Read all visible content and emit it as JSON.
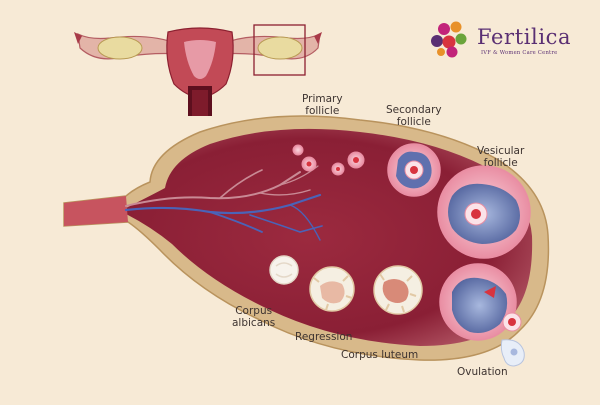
{
  "brand": {
    "name": "Fertilica",
    "tagline": "IVF & Women Care Centre",
    "colors": {
      "purple": "#5a2f73",
      "magenta": "#c2247a",
      "green": "#6aa43b",
      "orange": "#e8912a",
      "red": "#d8343f"
    }
  },
  "labels": {
    "primary": [
      "Primary",
      "follicle"
    ],
    "secondary": [
      "Secondary",
      "follicle"
    ],
    "vesicular": [
      "Vesicular",
      "follicle"
    ],
    "albicans": [
      "Corpus",
      "albicans"
    ],
    "regression": "Regression",
    "luteum": "Corpus luteum",
    "ovulation": "Ovulation"
  },
  "colors": {
    "background": "#f7ead6",
    "ovary_outer": "#d8b98a",
    "ovary_inner": "#8f2236",
    "follicle": "#f2a7b8",
    "vessel_blue": "#4a63b8",
    "vessel_pink": "#c98a95"
  }
}
